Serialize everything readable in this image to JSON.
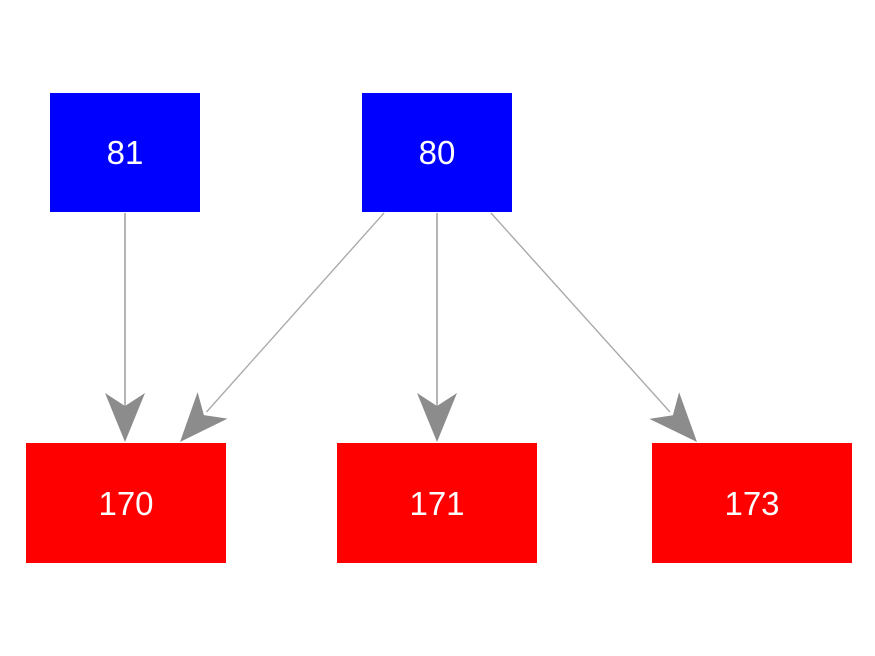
{
  "diagram": {
    "type": "directed-graph",
    "nodes": [
      {
        "id": "81",
        "label": "81",
        "fill": "#0000ff",
        "text_color": "#ffffff",
        "role": "source"
      },
      {
        "id": "80",
        "label": "80",
        "fill": "#0000ff",
        "text_color": "#ffffff",
        "role": "source"
      },
      {
        "id": "170",
        "label": "170",
        "fill": "#ff0000",
        "text_color": "#ffffff",
        "role": "target"
      },
      {
        "id": "171",
        "label": "171",
        "fill": "#ff0000",
        "text_color": "#ffffff",
        "role": "target"
      },
      {
        "id": "173",
        "label": "173",
        "fill": "#ff0000",
        "text_color": "#ffffff",
        "role": "target"
      }
    ],
    "edges": [
      {
        "from": "81",
        "to": "170"
      },
      {
        "from": "80",
        "to": "170"
      },
      {
        "from": "80",
        "to": "171"
      },
      {
        "from": "80",
        "to": "173"
      }
    ]
  },
  "colors": {
    "background": "#ffffff",
    "node_blue": "#0000ff",
    "node_red": "#ff0000",
    "node_label": "#ffffff",
    "edge_line": "#aaaaaa",
    "arrowhead": "#8c8c8c"
  }
}
